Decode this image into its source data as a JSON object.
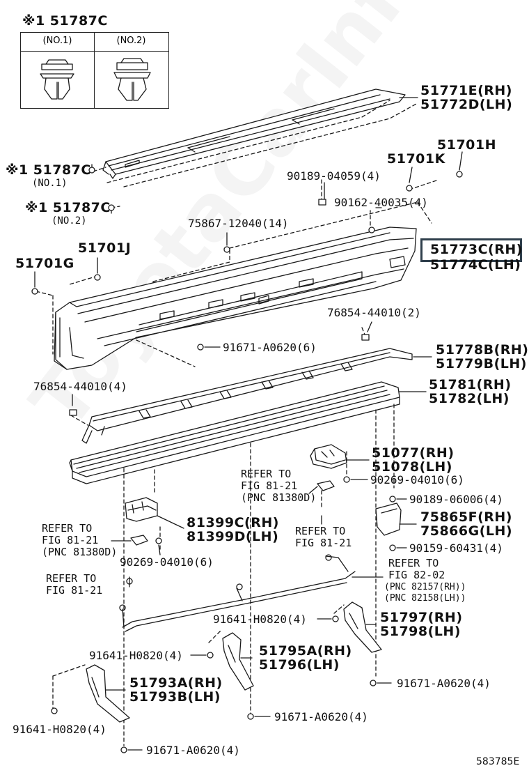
{
  "diagram": {
    "watermark": "ToyotaCarInfo.ru",
    "image_code": "583785E",
    "clip_table": {
      "title": "※1 51787C",
      "col1": "(NO.1)",
      "col2": "(NO.2)"
    },
    "callouts": {
      "p51771E": "51771E(RH)",
      "p51772D": "51772D(LH)",
      "p51701H": "51701H",
      "p51701K": "51701K",
      "p90189_04059": "90189-04059(4)",
      "p90162_40035": "90162-40035(4)",
      "p51787C_a": "※1 51787C",
      "p51787C_a_sub": "(NO.1)",
      "p51787C_b": "※1 51787C",
      "p51787C_b_sub": "(NO.2)",
      "p75867": "75867-12040(14)",
      "p51773C": "51773C(RH)",
      "p51774C": "51774C(LH)",
      "p51701J": "51701J",
      "p51701G": "51701G",
      "p76854_2": "76854-44010(2)",
      "p91671_6": "91671-A0620(6)",
      "p51778B": "51778B(RH)",
      "p51779B": "51779B(LH)",
      "p76854_4": "76854-44010(4)",
      "p51781": "51781(RH)",
      "p51782": "51782(LH)",
      "p51077": "51077(RH)",
      "p51078": "51078(LH)",
      "ref_a1": "REFER TO",
      "ref_a2": "FIG 81-21",
      "ref_a3": "(PNC 81380D)",
      "p90269_6a": "90269-04010(6)",
      "p90189_06006": "90189-06006(4)",
      "p75865F": "75865F(RH)",
      "p75866G": "75866G(LH)",
      "ref_b1": "REFER TO",
      "ref_b2": "FIG 81-21",
      "p81399C": "81399C(RH)",
      "p81399D": "81399D(LH)",
      "ref_c1": "REFER TO",
      "ref_c2": "FIG 81-21",
      "ref_c3": "(PNC 81380D)",
      "p90159": "90159-60431(4)",
      "p90269_6b": "90269-04010(6)",
      "ref_d1": "REFER TO",
      "ref_d2": "FIG 82-02",
      "ref_d3": "(PNC 82157(RH))",
      "ref_d4": "(PNC 82158(LH))",
      "ref_e1": "REFER TO",
      "ref_e2": "FIG 81-21",
      "p91641_a": "91641-H0820(4)",
      "p51797": "51797(RH)",
      "p51798": "51798(LH)",
      "p51795A": "51795A(RH)",
      "p51796": "51796(LH)",
      "p91641_b": "91641-H0820(4)",
      "p91671_4a": "91671-A0620(4)",
      "p51793A": "51793A(RH)",
      "p51793B": "51793B(LH)",
      "p91671_4b": "91671-A0620(4)",
      "p91641_c": "91641-H0820(4)",
      "p91671_4c": "91671-A0620(4)"
    }
  }
}
